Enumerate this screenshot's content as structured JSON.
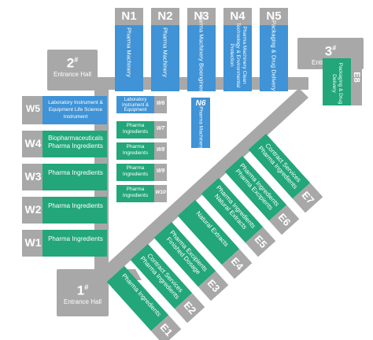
{
  "north": [
    {
      "code": "N1",
      "label": "Pharma Machinery"
    },
    {
      "code": "N2",
      "label": "Pharma Machinery"
    },
    {
      "code": "N3",
      "label": "Pharma Machinery Bioengineering"
    },
    {
      "code": "N4",
      "label": "Pharma Machinery Clean Technology & Environmental Protection"
    },
    {
      "code": "N5",
      "label": "Packaging & Drug Delivery"
    },
    {
      "code": "N6",
      "label": "Pharma Machinery"
    }
  ],
  "west": [
    {
      "code": "W1",
      "label": "Pharma Ingredients"
    },
    {
      "code": "W2",
      "label": "Pharma Ingredients"
    },
    {
      "code": "W3",
      "label": "Pharma Ingredients"
    },
    {
      "code": "W4",
      "label": "Biopharmaceuticals Pharma Ingredients"
    },
    {
      "code": "W5",
      "label": "Laboratory Instrument & Equipment Life Science Instrument"
    },
    {
      "code": "W6",
      "label": "Laboratory Instrument & Equipment"
    },
    {
      "code": "W7",
      "label": "Pharma Ingredients"
    },
    {
      "code": "W8",
      "label": "Pharma Ingredients"
    },
    {
      "code": "W9",
      "label": "Pharma Ingredients"
    },
    {
      "code": "W10",
      "label": "Pharma Ingredients"
    }
  ],
  "east": [
    {
      "code": "E1",
      "label": "Pharma Ingredients"
    },
    {
      "code": "E2",
      "label": "Contract Services Pharma Ingredients"
    },
    {
      "code": "E3",
      "label": "Pharma Excipients Finished Dosage"
    },
    {
      "code": "E4",
      "label": "Natural Extracts"
    },
    {
      "code": "E5",
      "label": "Pharma Ingredients Natural Extracts"
    },
    {
      "code": "E6",
      "label": "Pharma Ingredients Pharma Excipients"
    },
    {
      "code": "E7",
      "label": "Contract Services Pharma Ingredients"
    },
    {
      "code": "E8",
      "label": "Packaging & Drug Delivery"
    }
  ],
  "entrances": [
    {
      "num": "1",
      "sup": "#",
      "label": "Entrance Hall"
    },
    {
      "num": "2",
      "sup": "#",
      "label": "Entrance Hall"
    },
    {
      "num": "3",
      "sup": "#",
      "label": "Entrance Hall"
    }
  ],
  "colors": {
    "blue": "#3f93d6",
    "green": "#22a67a",
    "grey": "#a8a8a8"
  }
}
